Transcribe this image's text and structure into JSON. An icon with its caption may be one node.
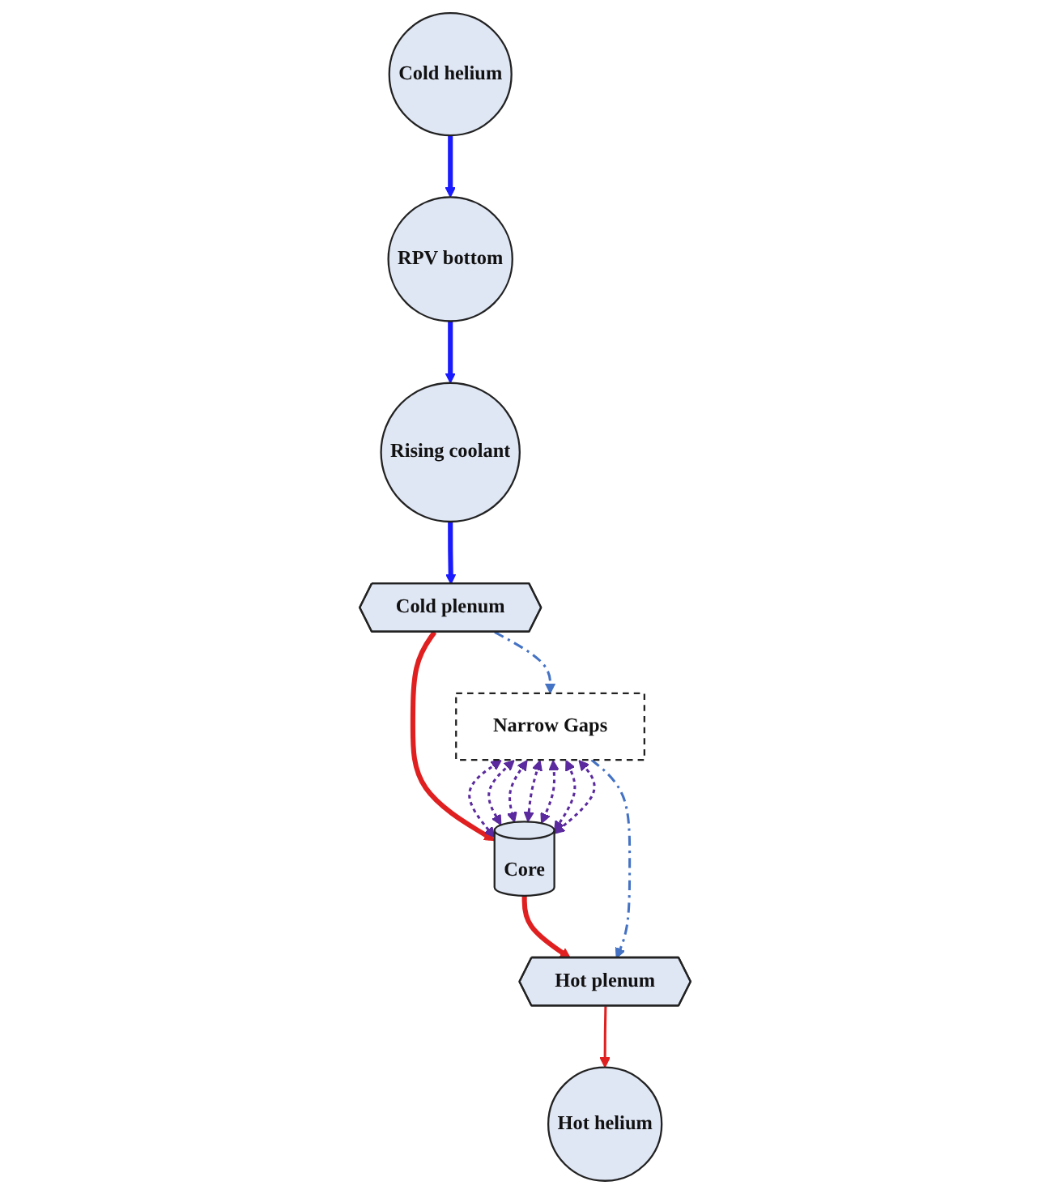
{
  "diagram": {
    "nodes": [
      {
        "text": [
          "Cold plenum"
        ]
      },
      {
        "text": [
          "Narrow Gaps"
        ]
      },
      {
        "text": [
          "Core"
        ]
      },
      {
        "text": [
          "Rising coolant"
        ]
      },
      {
        "text": [
          "Hot plenum"
        ]
      },
      {
        "text": [
          "Hot helium"
        ]
      },
      {
        "text": [
          "RPV bottom"
        ]
      },
      {
        "text": [
          "Cold helium"
        ]
      }
    ],
    "edges": [
      {
        "from": 0,
        "to": 1,
        "arrow": "to",
        "style": "dashed",
        "color": "#4472c4"
      },
      {
        "from": 0,
        "to": 2,
        "arrow": "to",
        "style": "thick",
        "color": "#e02020"
      },
      {
        "from": 1,
        "to": 2,
        "arrow": "both",
        "style": "dashed"
      },
      {
        "from": 1,
        "to": 2,
        "arrow": "both",
        "style": "dashed"
      },
      {
        "from": 1,
        "to": 2,
        "arrow": "both",
        "style": "dashed"
      },
      {
        "from": 1,
        "to": 2,
        "arrow": "both",
        "style": "dashed"
      },
      {
        "from": 1,
        "to": 2,
        "arrow": "both",
        "style": "dashed"
      },
      {
        "from": 1,
        "to": 2,
        "arrow": "both",
        "style": "dashed"
      },
      {
        "from": 1,
        "to": 2,
        "arrow": "both",
        "style": "dashed"
      },
      {
        "from": 2,
        "to": 4,
        "arrow": "to",
        "style": "thick",
        "color": "#e02020"
      },
      {
        "from": 1,
        "to": 4,
        "arrow": "to",
        "style": "dashed",
        "color": "#4472c4"
      },
      {
        "from": 4,
        "to": 5,
        "arrow": "to",
        "color": "#e02020"
      },
      {
        "from": 6,
        "to": 3,
        "arrow": "to",
        "style": "thick",
        "color": "#1a1aff"
      },
      {
        "from": 3,
        "to": 0,
        "arrow": "to",
        "style": "thick",
        "color": "#1a1aff"
      },
      {
        "from": 7,
        "to": 6,
        "arrow": "to",
        "style": "thick",
        "color": "#1a1aff"
      }
    ]
  }
}
